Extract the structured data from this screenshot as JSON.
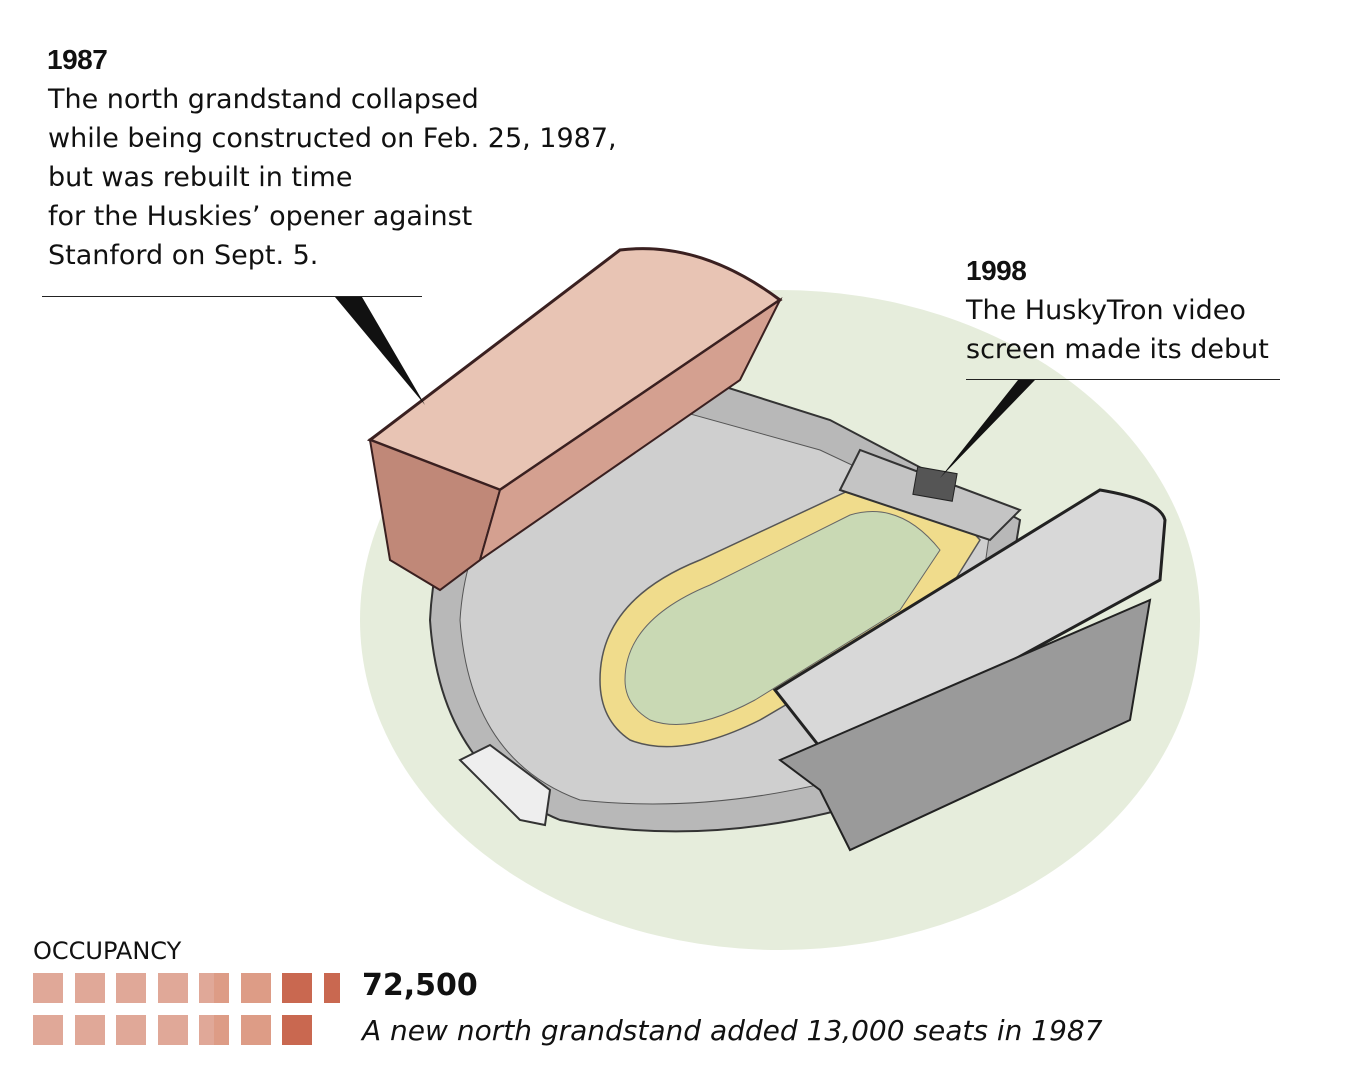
{
  "annotation_1987": {
    "year": "1987",
    "text": "The north grandstand collapsed\nwhile being constructed on Feb. 25, 1987,\nbut was rebuilt in time\nfor the Huskies’ opener against\nStanford on Sept. 5."
  },
  "annotation_1998": {
    "year": "1998",
    "text": "The HuskyTron video\nscreen made its debut"
  },
  "occupancy": {
    "label": "OCCUPANCY",
    "value": "72,500",
    "caption": "A new north grandstand added 13,000 seats in 1987",
    "colors": {
      "original": "#e0a898",
      "added_mid": "#dd9c86",
      "added_1987": "#c96850"
    },
    "rows": [
      [
        "original",
        "original",
        "original",
        "original",
        "split",
        "added_mid",
        "added_1987",
        "added_1987_half"
      ],
      [
        "original",
        "original",
        "original",
        "original",
        "split",
        "added_mid",
        "added_1987"
      ]
    ]
  }
}
